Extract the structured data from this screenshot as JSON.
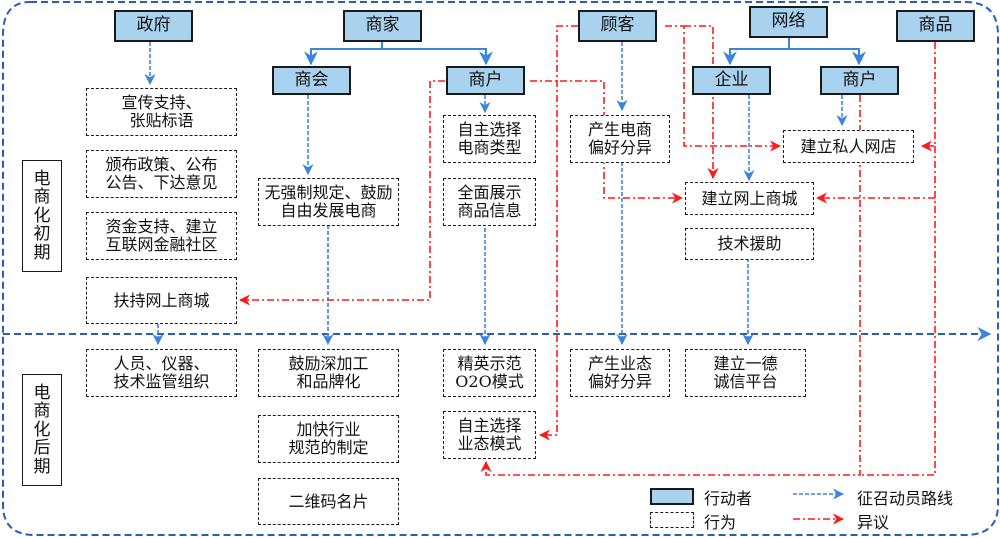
{
  "diagram": {
    "phases": {
      "early": "电\n商\n化\n初\n期",
      "late": "电\n商\n化\n后\n期"
    },
    "actors": {
      "government": "政府",
      "merchants": "商家",
      "chamber": "商会",
      "merchant_household": "商户",
      "customers": "顾客",
      "network": "网络",
      "enterprise": "企业",
      "network_merchant": "商户",
      "goods": "商品"
    },
    "actions": {
      "gov_promo": "宣传支持、\n张贴标语",
      "gov_policy": "颁布政策、公布\n公告、下达意见",
      "gov_fund": "资金支持、建立\n互联网金融社区",
      "gov_mall": "扶持网上商城",
      "chamber_free": "无强制规定、鼓励\n自由发展电商",
      "merchant_choose_type": "自主选择\n电商类型",
      "merchant_show": "全面展示\n商品信息",
      "customer_pref": "产生电商\n偏好分异",
      "private_shop": "建立私人网店",
      "online_mall": "建立网上商城",
      "tech_aid": "技术援助",
      "gov_staff": "人员、仪器、\n技术监管组织",
      "chamber_brand": "鼓励深加工\n和品牌化",
      "chamber_norms": "加快行业\n规范的制定",
      "chamber_qr": "二维码名片",
      "merchant_o2o": "精英示范\nO2O模式",
      "merchant_choose_mode": "自主选择\n业态模式",
      "customer_format_pref": "产生业态\n偏好分异",
      "integrity_platform": "建立一德\n诚信平台"
    },
    "legend": {
      "actor": "行动者",
      "action": "行为",
      "mobilization": "征召动员路线",
      "objection": "异议"
    },
    "colors": {
      "actor_fill": "#a9d2ee",
      "mobilization": "#3a85e0",
      "objection": "#ff1a1a",
      "frame": "#2a5cb8",
      "box_border": "#1a1a1a"
    }
  }
}
